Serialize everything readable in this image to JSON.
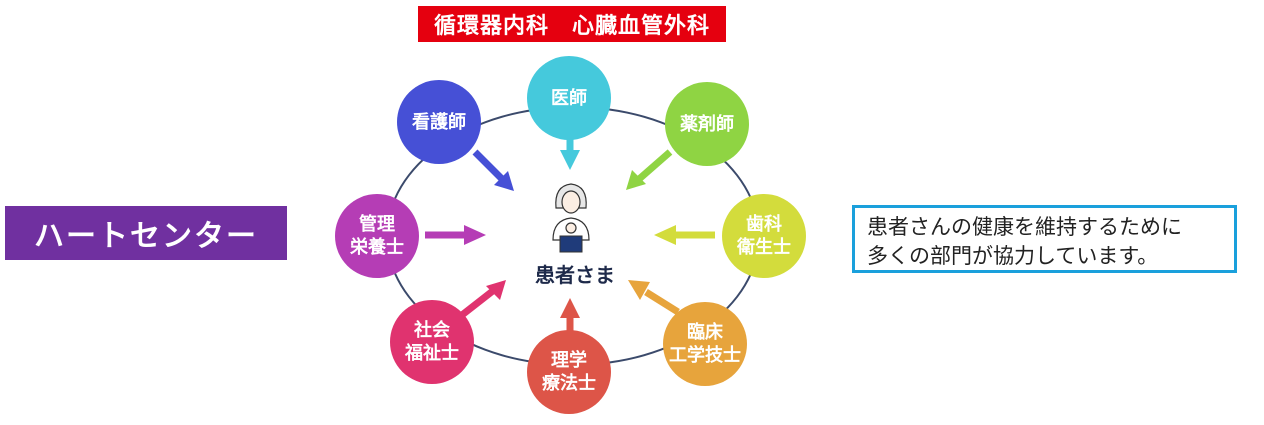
{
  "header": {
    "department": "循環器内科　心臓血管外科"
  },
  "brand": {
    "title": "ハートセンター"
  },
  "description": {
    "line1": "患者さんの健康を維持するために",
    "line2": "多くの部門が協力しています。"
  },
  "center": {
    "label": "患者さま"
  },
  "nodes": {
    "doctor": {
      "label": "医師",
      "color": "#45c9dc"
    },
    "pharmacist": {
      "label": "薬剤師",
      "color": "#8fd443"
    },
    "dental": {
      "label": "歯科\n衛生士",
      "color": "#d3dc3c"
    },
    "clinical_eng": {
      "label": "臨床\n工学技士",
      "color": "#e7a43c"
    },
    "physio": {
      "label": "理学\n療法士",
      "color": "#dd5548"
    },
    "social": {
      "label": "社会\n福祉士",
      "color": "#e0336f"
    },
    "nutrition": {
      "label": "管理\n栄養士",
      "color": "#b53db5"
    },
    "nurse": {
      "label": "看護師",
      "color": "#4650d6"
    }
  },
  "colors": {
    "banner_red": "#e5000f",
    "brand_purple": "#7030a0",
    "box_border": "#1aa0dc",
    "ring": "#3b4a6b"
  }
}
